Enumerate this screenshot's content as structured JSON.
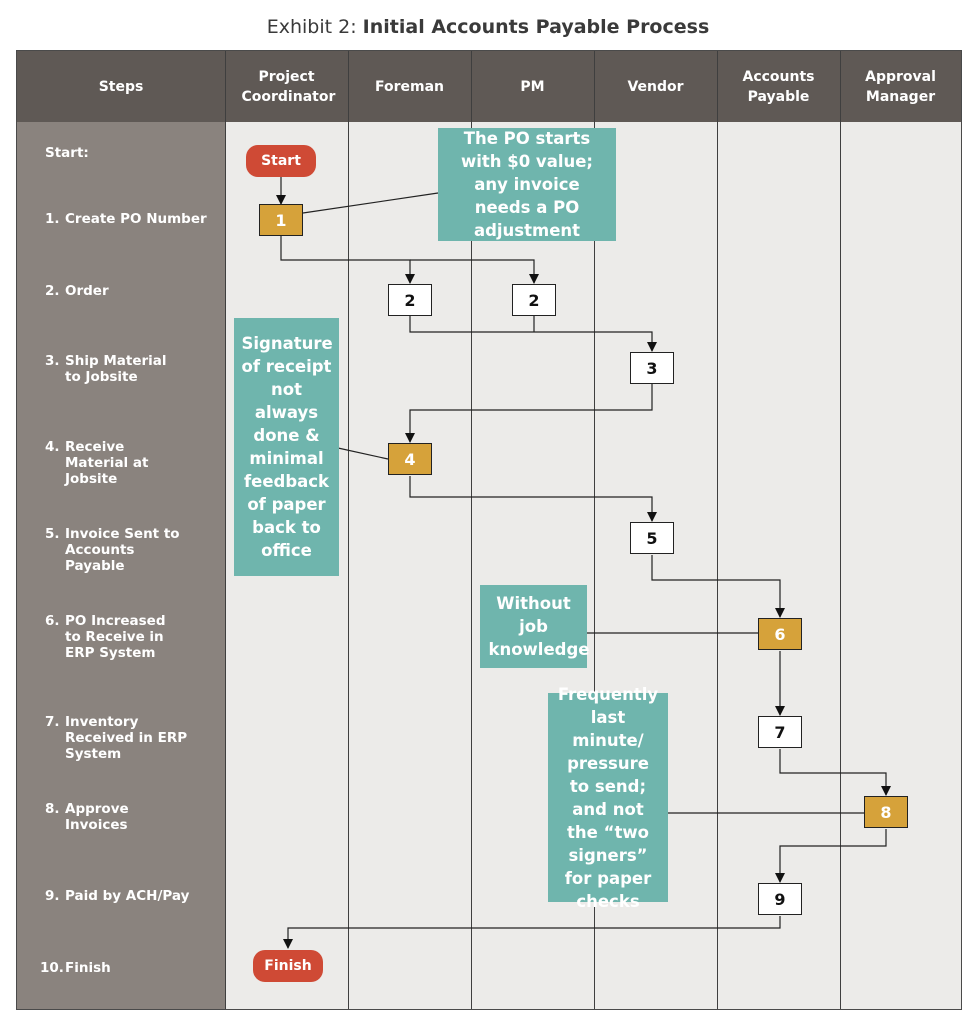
{
  "title": {
    "prefix": "Exhibit 2: ",
    "main": "Initial Accounts Payable Process"
  },
  "headers": {
    "steps": "Steps",
    "project_coordinator": "Project Coordinator",
    "foreman": "Foreman",
    "pm": "PM",
    "vendor": "Vendor",
    "accounts_payable": "Accounts Payable",
    "approval_manager": "Approval Manager"
  },
  "steps": [
    {
      "num": "",
      "label": "Start:"
    },
    {
      "num": "1.",
      "label": "Create PO Number"
    },
    {
      "num": "2.",
      "label": "Order"
    },
    {
      "num": "3.",
      "label": "Ship Material to Jobsite"
    },
    {
      "num": "4.",
      "label": "Receive Material at Jobsite"
    },
    {
      "num": "5.",
      "label": "Invoice Sent to Accounts Payable"
    },
    {
      "num": "6.",
      "label": "PO Increased to Receive in ERP System"
    },
    {
      "num": "7.",
      "label": "Inventory Received in ERP System"
    },
    {
      "num": "8.",
      "label": "Approve Invoices"
    },
    {
      "num": "9.",
      "label": "Paid by ACH/Pay"
    },
    {
      "num": "10.",
      "label": "Finish"
    }
  ],
  "terminals": {
    "start": "Start",
    "finish": "Finish"
  },
  "boxes": {
    "b1": "1",
    "b2_foreman": "2",
    "b2_pm": "2",
    "b3": "3",
    "b4": "4",
    "b5": "5",
    "b6": "6",
    "b7": "7",
    "b8": "8",
    "b9": "9"
  },
  "notes": {
    "po_value": "The PO starts with $0 value; any invoice needs a PO adjustment",
    "signature": "Signature of receipt not always done & minimal feedback of paper back to office",
    "job_knowledge": "Without job knowledge",
    "last_minute": "Frequently last minute/ pressure to send; and not the “two signers” for paper checks"
  },
  "colors": {
    "header_bg": "#5f5955",
    "steps_bg": "#8a837e",
    "lane_bg": "#ecebe9",
    "note_teal": "#6fb5ad",
    "highlight_gold": "#d6a23a",
    "terminal_red": "#cf4a35"
  }
}
